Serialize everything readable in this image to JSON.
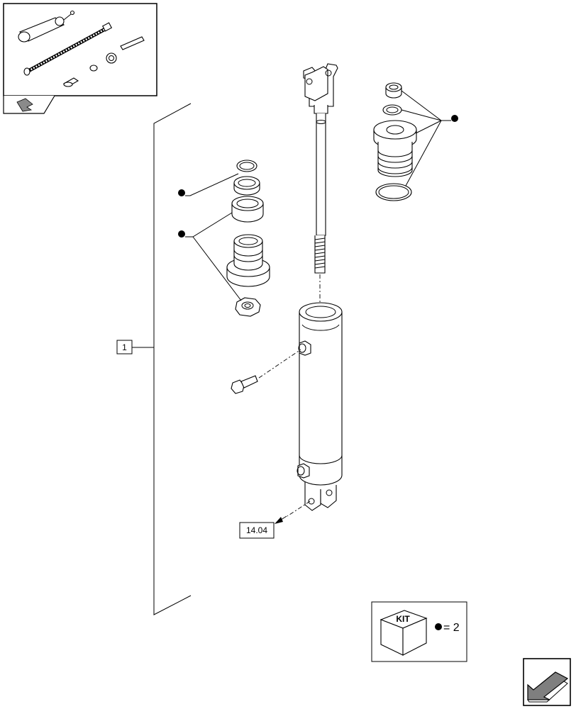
{
  "callouts": {
    "assembly_ref": "1",
    "section_ref": "14.04"
  },
  "kit_legend": {
    "kit_label": "KIT",
    "equals_text": "= 2"
  },
  "icons": {
    "thumbnail": "assembly-thumbnail-icon",
    "nav_back": "nav-back-arrow-icon",
    "nav_next": "nav-next-arrow-icon",
    "kit_box": "kit-box-icon",
    "kit_bullet": "kit-bullet-icon"
  },
  "colors": {
    "line": "#000000",
    "background": "#ffffff",
    "nav_arrow_fill": "#7f7f7f"
  }
}
